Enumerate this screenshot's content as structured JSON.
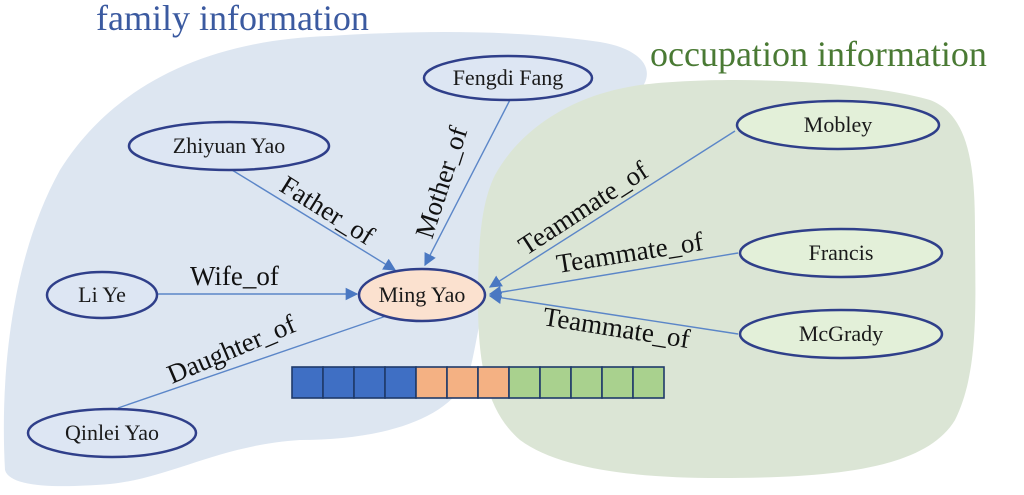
{
  "regions": {
    "family": {
      "title": "family information",
      "title_color": "#3b5aa0",
      "fill": "#dde6f1"
    },
    "occupation": {
      "title": "occupation information",
      "title_color": "#4a7a34",
      "fill": "#dbe5d5"
    }
  },
  "center_node": {
    "label": "Ming Yao",
    "fill": "#fbe1cf"
  },
  "family_nodes": [
    {
      "id": "fengdi-fang",
      "label": "Fengdi Fang",
      "relation": "Mother_of"
    },
    {
      "id": "zhiyuan-yao",
      "label": "Zhiyuan Yao",
      "relation": "Father_of"
    },
    {
      "id": "li-ye",
      "label": "Li Ye",
      "relation": "Wife_of"
    },
    {
      "id": "qinlei-yao",
      "label": "Qinlei Yao",
      "relation": "Daughter_of"
    }
  ],
  "occupation_nodes": [
    {
      "id": "mobley",
      "label": "Mobley",
      "relation": "Teammate_of"
    },
    {
      "id": "francis",
      "label": "Francis",
      "relation": "Teammate_of"
    },
    {
      "id": "mcgrady",
      "label": "McGrady",
      "relation": "Teammate_of"
    }
  ],
  "node_fills": {
    "family": "#dde6f3",
    "occupation": "#e3f0d9"
  },
  "embedding_bar": {
    "segments": [
      {
        "color": "#3f6fc4",
        "count": 4
      },
      {
        "color": "#f4b183",
        "count": 3
      },
      {
        "color": "#a9d18e",
        "count": 5
      }
    ]
  }
}
